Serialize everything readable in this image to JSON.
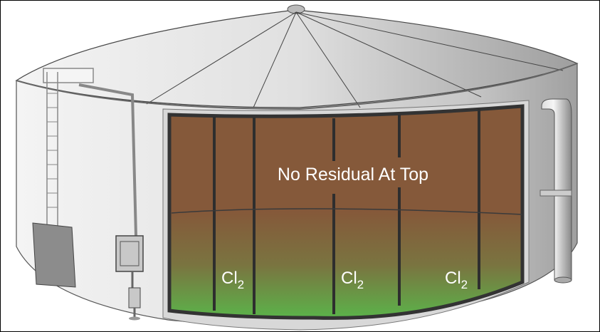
{
  "diagram": {
    "top_label": "No Residual At Top",
    "chlorine_labels": [
      {
        "symbol": "Cl",
        "subscript": "2"
      },
      {
        "symbol": "Cl",
        "subscript": "2"
      },
      {
        "symbol": "Cl",
        "subscript": "2"
      }
    ],
    "colors": {
      "water_top": "#85593a",
      "water_bottom": "#5bb34a",
      "tank_light": "#f2f2f2",
      "tank_dark": "#9a9a9a"
    }
  }
}
